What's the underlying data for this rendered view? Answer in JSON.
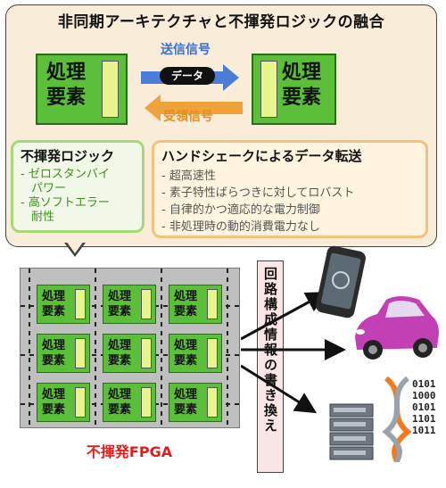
{
  "title": "非同期アーキテクチャと不揮発ロジックの融合",
  "processing_element": "処理要素",
  "processing_element_lines": [
    "処理",
    "要素"
  ],
  "send_signal": "送信信号",
  "data_label": "データ",
  "receive_signal": "受領信号",
  "nonvolatile_logic": {
    "heading": "不揮発ロジック",
    "features": [
      "- ゼロスタンバイ",
      "  パワー",
      "- 高ソフトエラー",
      "  耐性"
    ]
  },
  "handshake": {
    "heading": "ハンドシェークによるデータ転送",
    "features": [
      "- 超高速性",
      "- 素子特性ばらつきに対してロバスト",
      "- 自律的かつ適応的な電力制御",
      "- 非処理時の動的消費電力なし"
    ]
  },
  "fpga_label": "不揮発FPGA",
  "rewrite_label": "回路構成情報の書き換え",
  "binary_lines": [
    "0101",
    "1000",
    "0101",
    "1101",
    "1011"
  ],
  "colors": {
    "pe_green": "#5cbf3a",
    "memory_yellow": "#e8f48c",
    "send_arrow_blue": "#4a7ed6",
    "receive_arrow_orange": "#f0a33a",
    "fpga_label_red": "#e21b1b"
  }
}
